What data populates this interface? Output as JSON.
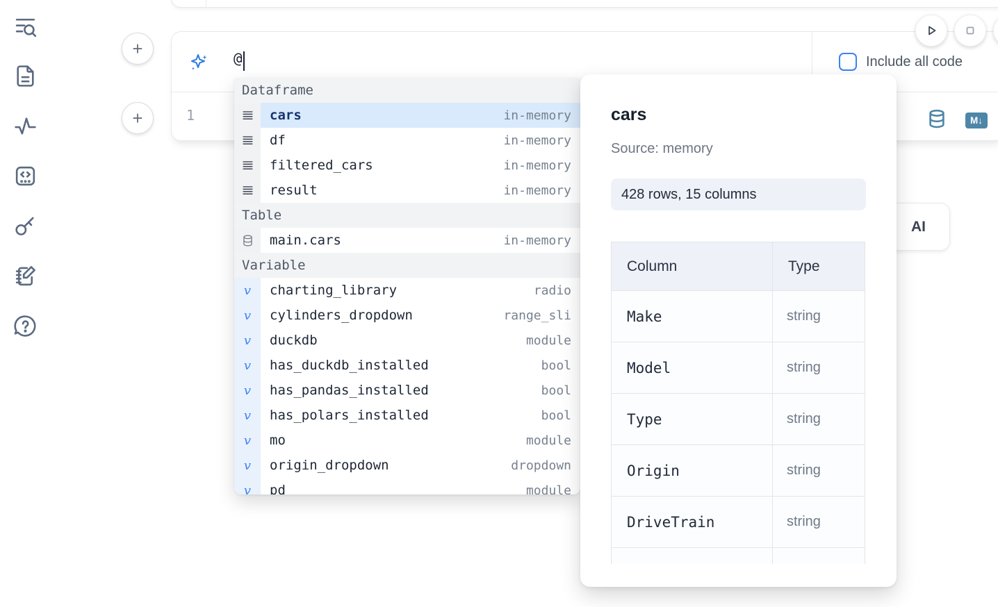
{
  "colors": {
    "accent_blue": "#2f7ce0",
    "steel_blue": "#4e86a8",
    "selection_bg": "#d8eafc",
    "checkbox_border": "#3b82f6"
  },
  "sidebar": {
    "items": [
      {
        "name": "table-of-contents-search",
        "icon": "list-search"
      },
      {
        "name": "documentation",
        "icon": "file-text"
      },
      {
        "name": "tracing",
        "icon": "activity"
      },
      {
        "name": "snippets",
        "icon": "code-snippet"
      },
      {
        "name": "secrets",
        "icon": "key"
      },
      {
        "name": "scratchpad",
        "icon": "notebook-pen"
      },
      {
        "name": "help",
        "icon": "help-chat"
      }
    ]
  },
  "add_buttons": {
    "top_label": "+",
    "bottom_label": "+"
  },
  "cell": {
    "ai_prompt": {
      "value": "@",
      "icon": "sparkles-icon"
    },
    "include_all_code": {
      "label": "Include all code",
      "checked": false
    },
    "line_number": "1",
    "actions": {
      "markdown_label": "M↓"
    }
  },
  "autocomplete": {
    "sections": [
      {
        "label": "Dataframe",
        "kind": "dataframe",
        "icon": "rows-icon",
        "items": [
          {
            "name": "cars",
            "meta": "in-memory",
            "selected": true
          },
          {
            "name": "df",
            "meta": "in-memory"
          },
          {
            "name": "filtered_cars",
            "meta": "in-memory"
          },
          {
            "name": "result",
            "meta": "in-memory"
          }
        ]
      },
      {
        "label": "Table",
        "kind": "table",
        "icon": "database-icon",
        "items": [
          {
            "name": "main.cars",
            "meta": "in-memory"
          }
        ]
      },
      {
        "label": "Variable",
        "kind": "variable",
        "icon": "variable-icon",
        "items": [
          {
            "name": "charting_library",
            "meta": "radio"
          },
          {
            "name": "cylinders_dropdown",
            "meta": "range_sli"
          },
          {
            "name": "duckdb",
            "meta": "module"
          },
          {
            "name": "has_duckdb_installed",
            "meta": "bool"
          },
          {
            "name": "has_pandas_installed",
            "meta": "bool"
          },
          {
            "name": "has_polars_installed",
            "meta": "bool"
          },
          {
            "name": "mo",
            "meta": "module"
          },
          {
            "name": "origin_dropdown",
            "meta": "dropdown"
          },
          {
            "name": "pd",
            "meta": "module"
          }
        ]
      }
    ]
  },
  "preview": {
    "title": "cars",
    "source": "Source: memory",
    "shape": "428 rows, 15 columns",
    "table": {
      "headers": [
        "Column",
        "Type"
      ],
      "rows": [
        [
          "Make",
          "string"
        ],
        [
          "Model",
          "string"
        ],
        [
          "Type",
          "string"
        ],
        [
          "Origin",
          "string"
        ],
        [
          "DriveTrain",
          "string"
        ],
        [
          "",
          ""
        ]
      ]
    }
  },
  "ai_button": {
    "label": "AI"
  }
}
